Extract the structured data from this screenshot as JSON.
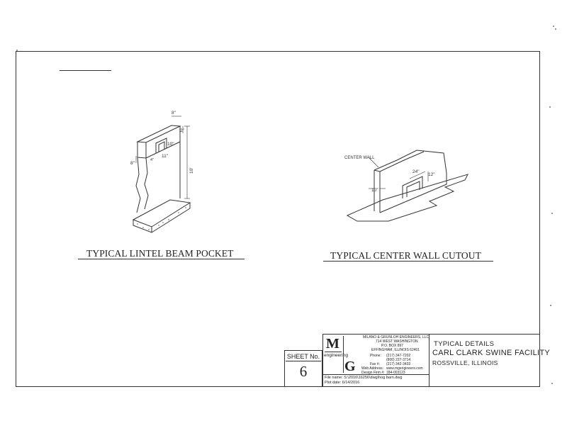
{
  "details": {
    "lintel": {
      "caption": "TYPICAL LINTEL BEAM POCKET",
      "dims": {
        "top": "8\"",
        "top2": "2\"",
        "pocket_w": "10\"",
        "pocket_d": "11\"",
        "side": "8\"",
        "small": "4\"",
        "height": "10'"
      }
    },
    "center": {
      "caption": "TYPICAL CENTER WALL CUTOUT",
      "label": "CENTER WALL",
      "dims": {
        "width": "24\"",
        "depth": "12\"",
        "wall": "10\""
      }
    }
  },
  "title_block": {
    "sheet_label": "SHEET No.",
    "sheet_no": "6",
    "logo_m": "M",
    "logo_g": "G",
    "logo_word": "engineering",
    "firm_name": "MILANO & GRUNLOH ENGINEERS, LLC",
    "addr1": "714 WEST WASHINGTON",
    "addr2": "P.O. BOX 897",
    "addr3": "EFFINGHAM, ILLINOIS 62401",
    "phone_label": "Phone:",
    "phone": "(217) 347-7202",
    "phone2": "(800) 227-3714",
    "fax_label": "Fax #:",
    "fax": "(217) 342-3433",
    "web_label": "Web Address:",
    "web": "www.mgengineers.com",
    "design_label": "Design Firm #:",
    "design": "184-003123",
    "file_name": "File name: S:\\2016\\16256\\dwg\\hog barn.dwg",
    "plot_date": "Plot date: 6/14/2016",
    "project_title": "TYPICAL DETAILS",
    "project_name": "CARL CLARK SWINE FACILITY",
    "project_location": "ROSSVILLE, ILLINOIS"
  }
}
